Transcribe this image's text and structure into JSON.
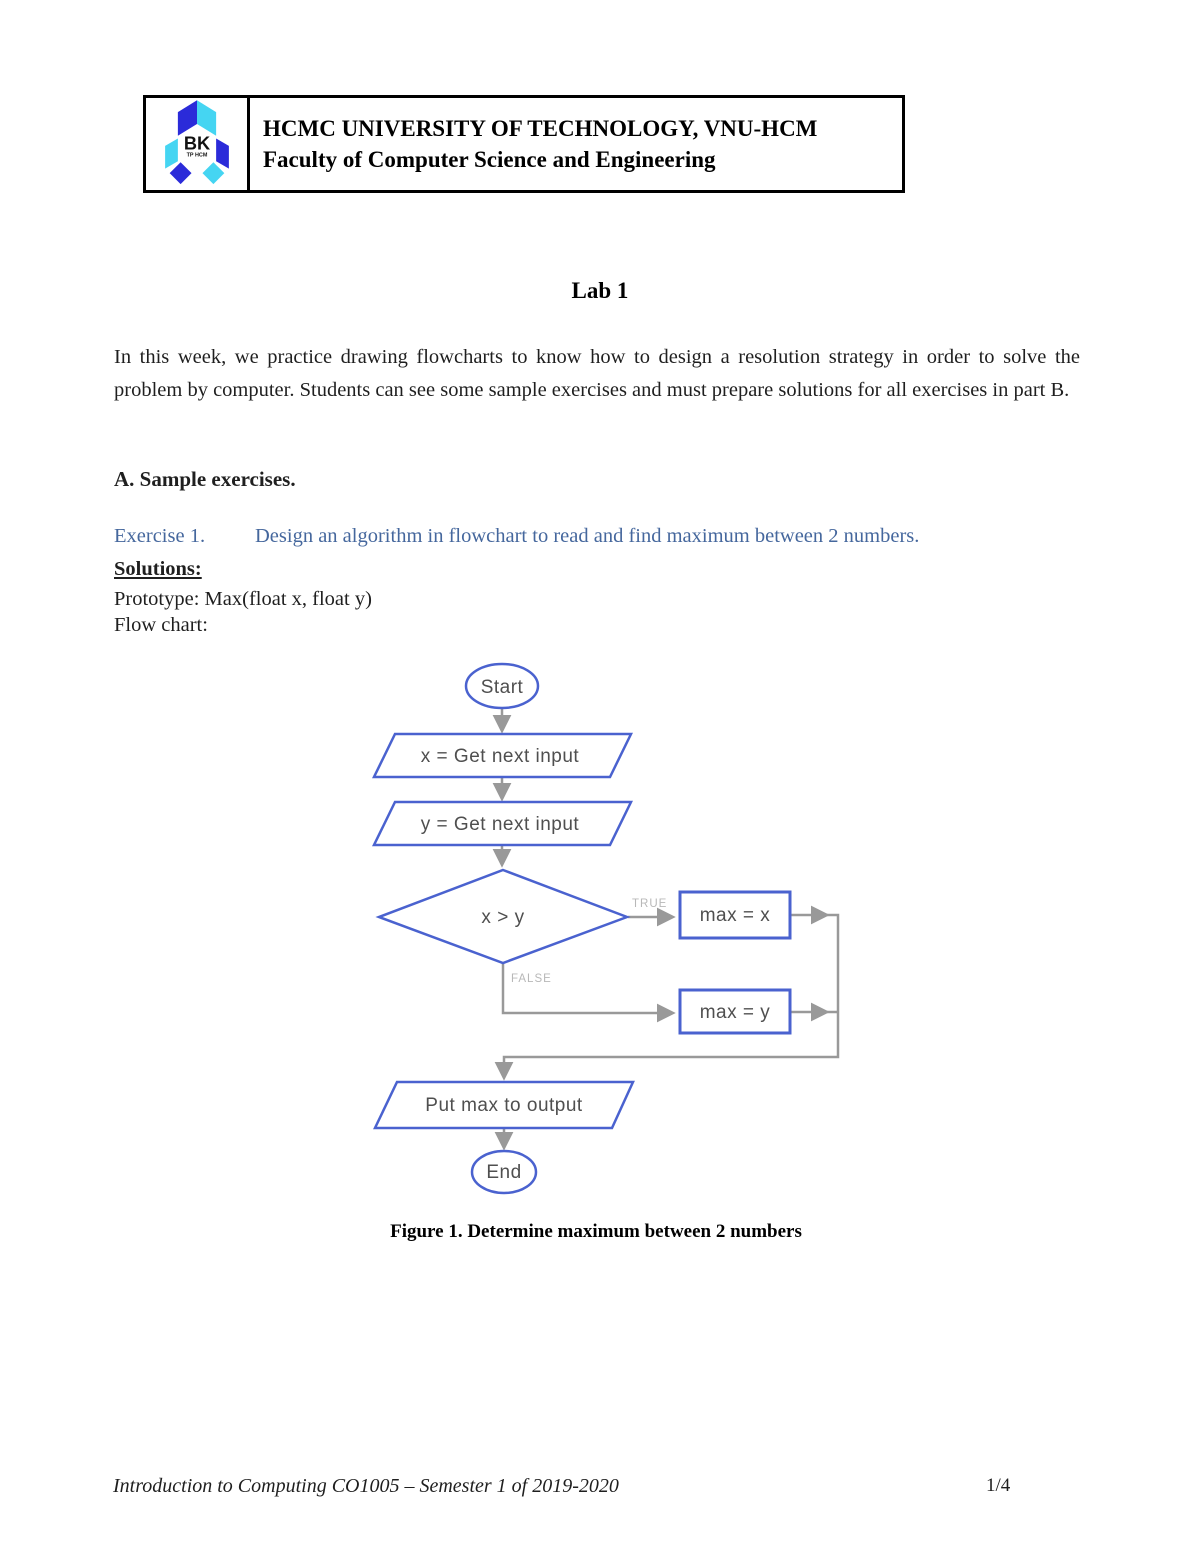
{
  "header": {
    "university": "HCMC UNIVERSITY OF TECHNOLOGY, VNU-HCM",
    "faculty": "Faculty of Computer Science and Engineering",
    "logo": {
      "label": "BK",
      "sub": "TP HCM",
      "blue": "#2b2bd9",
      "cyan": "#45d5f2"
    }
  },
  "title": "Lab 1",
  "intro": "In this week, we practice drawing flowcharts to know how to design a resolution strategy in order to solve the problem by computer. Students can see some sample exercises and must prepare solutions for all exercises in part B.",
  "section_a_heading": "A. Sample exercises.",
  "exercise1": {
    "label": "Exercise 1.",
    "text": "Design an algorithm in flowchart to read and find maximum between 2 numbers.",
    "heading_color": "#45679d",
    "solutions_label": "Solutions:",
    "prototype": "Prototype: Max(float x, float y)",
    "flowchart_label": "Flow chart:"
  },
  "flowchart": {
    "nodes": {
      "start": "Start",
      "input_x": "x = Get next input",
      "input_y": "y = Get next input",
      "decision": "x > y",
      "true_label": "TRUE",
      "false_label": "FALSE",
      "max_x": "max = x",
      "max_y": "max = y",
      "output": "Put max to output",
      "end": "End"
    },
    "colors": {
      "node_border": "#4a62cf",
      "connector": "#999999",
      "node_text": "#4f4f4f",
      "branch_label": "#b8b8b8"
    }
  },
  "figure_caption": "Figure 1. Determine maximum between 2 numbers",
  "footer": {
    "left": "Introduction to Computing CO1005 – Semester 1 of 2019-2020",
    "right": "1/4"
  }
}
